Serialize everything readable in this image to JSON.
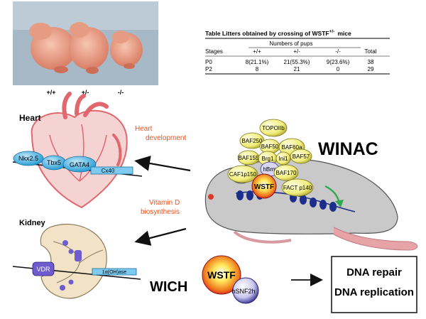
{
  "genotypes": [
    "+/+",
    "+/-",
    "-/-"
  ],
  "table": {
    "caption_prefix": "Table Litters obtained by crossing of WSTF",
    "caption_sup": "+/-",
    "caption_suffix": "mice",
    "group_header": "Numbers of pups",
    "columns": [
      "Stages",
      "+/+",
      "+/-",
      "-/-",
      "Total"
    ],
    "rows": [
      [
        "P0",
        "8(21.1%)",
        "21(55.3%)",
        "9(23.6%)",
        "38"
      ],
      [
        "P2",
        "8",
        "21",
        "0",
        "29"
      ]
    ]
  },
  "heart": {
    "title": "Heart",
    "factors": [
      "Nkx2.5",
      "Tbx5",
      "GATA4"
    ],
    "gene": "Cx40"
  },
  "kidney": {
    "title": "Kidney",
    "factor": "VDR",
    "gene": "1α(OH)ase"
  },
  "arrows": {
    "heart_label": [
      "Heart",
      "development"
    ],
    "kidney_label": [
      "Vitamin D",
      "biosynthesis"
    ]
  },
  "winac": {
    "title": "WINAC",
    "subunits": [
      "TOPOIIb",
      "BAF250",
      "BAF50",
      "BAF60a",
      "BAF155",
      "Brg1",
      "Ini1",
      "BAF57",
      "hBrm",
      "CAF1p150",
      "BAF170",
      "WSTF",
      "FACT p140"
    ]
  },
  "wich": {
    "title": "WICH",
    "subunits": [
      "WSTF",
      "hSNF2h"
    ],
    "outcomes": [
      "DNA repair",
      "DNA replication"
    ]
  },
  "colors": {
    "orange_label": "#e8531e",
    "factor_blue": "#29a8e0",
    "subunit_yellow": "#f2ee7a",
    "mouse_grey": "#c9c9c9",
    "wstf_red": "#e8242a"
  }
}
